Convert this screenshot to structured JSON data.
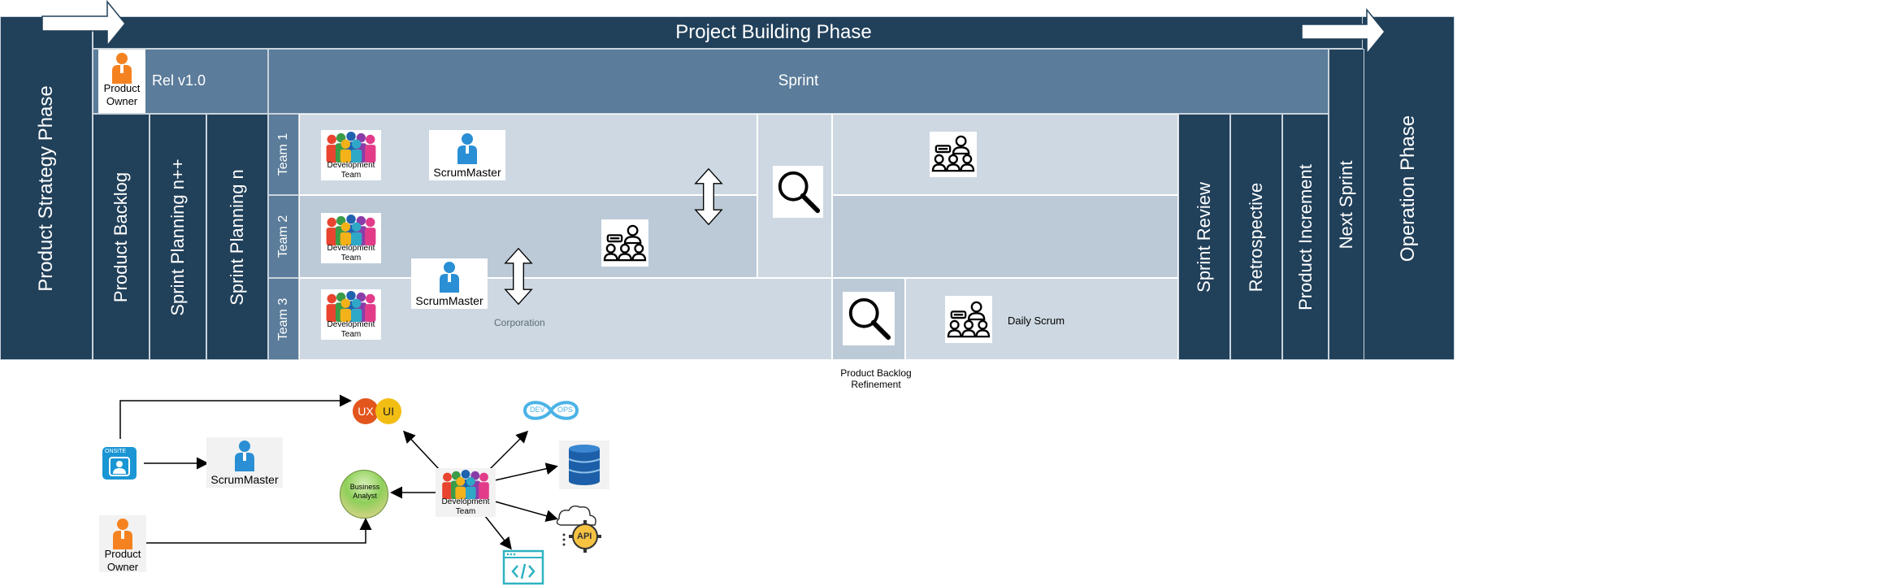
{
  "header": {
    "title": "Project Building Phase"
  },
  "phases": {
    "strategy": "Product Strategy Phase",
    "operation": "Operation Phase"
  },
  "release": {
    "label": "Rel v1.0",
    "owner_label": "Product Owner"
  },
  "sprint": {
    "label": "Sprint"
  },
  "columns": {
    "backlog": "Product Backlog",
    "planning_npp": "Sprint Planning n++",
    "planning_n": "Sprint Planning n",
    "review": "Sprint Review",
    "retro": "Retrospective",
    "increment": "Product Increment",
    "next": "Next Sprint"
  },
  "teams": [
    "Team 1",
    "Team 2",
    "Team 3"
  ],
  "roles": {
    "dev_team": "Development Team",
    "scrum_master": "ScrumMaster",
    "product_owner": "Product Owner",
    "business_analyst": "Business Analyst",
    "onsite": "ONSITE"
  },
  "annotations": {
    "corporation": "Corporation",
    "daily_scrum": "Daily Scrum",
    "backlog_refinement": "Product Backlog Refinement"
  },
  "tech": {
    "ux": "UX",
    "ui": "UI",
    "dev": "DEV",
    "ops": "OPS",
    "api": "API"
  },
  "colors": {
    "dark": "#21405a",
    "mid": "#5b7c9a",
    "lane": "#cdd8e2",
    "orange": "#f58220",
    "blue": "#2a8fd4"
  }
}
